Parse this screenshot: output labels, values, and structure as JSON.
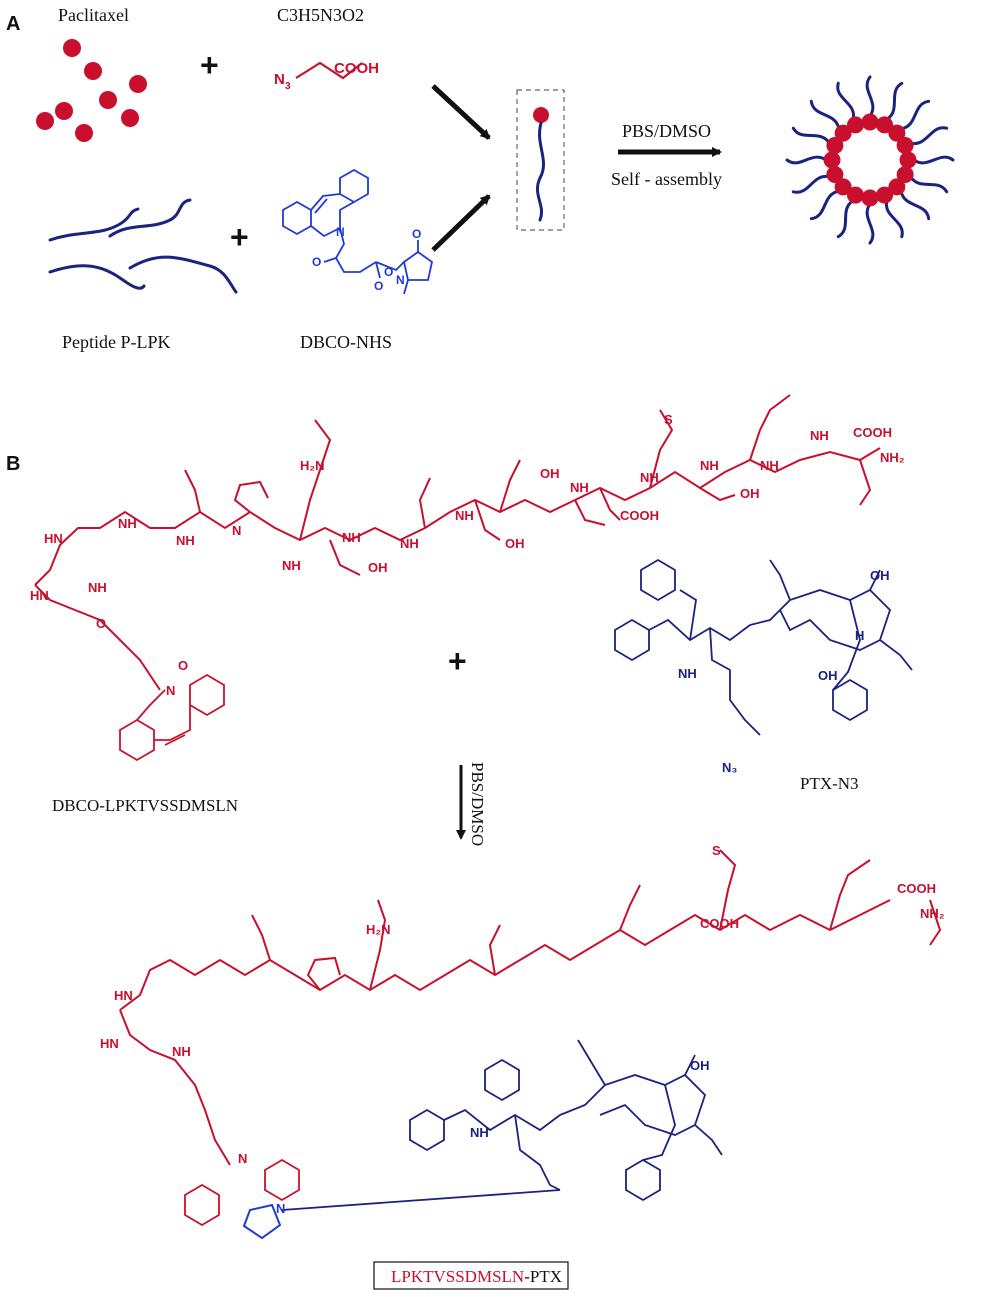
{
  "panel_a": {
    "label": "A",
    "reagent_paclitaxel": "Paclitaxel",
    "reagent_azide_acid": "C3H5N3O2",
    "azide_acid_structure": {
      "n3": "N",
      "n3_sub": "3",
      "acid": "COOH"
    },
    "reagent_peptide": "Peptide P-LPK",
    "reagent_dbco_nhs": "DBCO-NHS",
    "dbco_nhs_atoms": {
      "n": "N",
      "o1": "O",
      "o2": "O",
      "o3": "O",
      "o4": "O",
      "n2": "N"
    },
    "plus": "+",
    "condition_top": "PBS/DMSO",
    "condition_bottom": "Self - assembly"
  },
  "panel_b": {
    "label": "B",
    "reactant_left": "DBCO-LPKTVSSDMSLN",
    "reactant_right": "PTX-N3",
    "plus": "+",
    "condition": "PBS/DMSO",
    "peptide_atoms": {
      "nh": "NH",
      "hn": "HN",
      "n": "N",
      "o": "O",
      "oh": "OH",
      "cooh": "COOH",
      "s": "S",
      "h2n": "H₂N",
      "nh2": "NH₂",
      "h": "H"
    },
    "ptx_atoms": {
      "n3": "N₃",
      "triazole_n": "N"
    },
    "product": {
      "peptide": "LPKTVSSDMSLN",
      "linker": "-PTX"
    }
  },
  "colors": {
    "red": "#c8102e",
    "blue": "#1a237e",
    "blue_bright": "#1f3bd6",
    "black": "#111111"
  }
}
